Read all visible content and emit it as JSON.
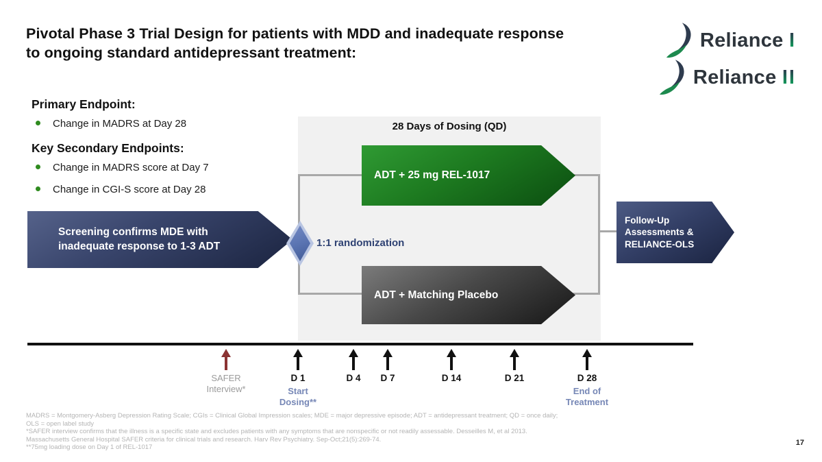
{
  "slide": {
    "title": "Pivotal Phase 3 Trial Design for patients with MDD and inadequate response\nto ongoing standard antidepressant treatment:",
    "page_number": "17"
  },
  "logos": [
    {
      "name": "Reliance",
      "suffix": "I"
    },
    {
      "name": "Reliance",
      "suffix": "II"
    }
  ],
  "endpoints": {
    "primary_heading": "Primary Endpoint:",
    "primary_items": [
      "Change in MADRS at Day 28"
    ],
    "secondary_heading": "Key Secondary Endpoints:",
    "secondary_items": [
      "Change in MADRS score at Day 7",
      "Change in CGI-S score at Day 28"
    ]
  },
  "diagram": {
    "dosing_header": "28 Days of Dosing (QD)",
    "screening_arrow": "Screening confirms MDE with\ninadequate response to 1-3 ADT",
    "randomization_label": "1:1 randomization",
    "treatment_arrow": "ADT + 25 mg REL-1017",
    "placebo_arrow": "ADT + Matching Placebo",
    "followup_arrow": "Follow-Up\nAssessments &\nRELIANCE-OLS"
  },
  "timeline": {
    "ticks": [
      {
        "label": "SAFER\nInterview*",
        "sublabel": ""
      },
      {
        "label": "D 1",
        "sublabel": "Start\nDosing**"
      },
      {
        "label": "D 4",
        "sublabel": ""
      },
      {
        "label": "D 7",
        "sublabel": ""
      },
      {
        "label": "D 14",
        "sublabel": ""
      },
      {
        "label": "D 21",
        "sublabel": ""
      },
      {
        "label": "D 28",
        "sublabel": "End of\nTreatment"
      }
    ]
  },
  "footnotes": [
    "MADRS = Montgomery-Asberg Depression Rating Scale; CGIs = Clinical Global Impression scales; MDE = major depressive episode; ADT = antidepressant treatment; QD = once daily;",
    "OLS = open label study",
    "*SAFER interview confirms that the illness is a specific state and excludes patients with any symptoms that are nonspecific or not readily assessable. Desseilles M, et al 2013.",
    "Massachusetts General Hospital SAFER criteria for clinical trials and research. Harv Rev Psychiatry. Sep-Oct;21(5):269-74.",
    "**75mg loading dose on Day 1 of REL-1017"
  ],
  "colors": {
    "treatment_green": "#1d7a20",
    "placebo_gray": "#3a3a3a",
    "navy_arrow": "#2a3454",
    "diamond_blue": "#5a74b2",
    "safer_red": "#8b3333",
    "sublabel_blue": "#7687b6",
    "logo_green": "#13955a",
    "bullet_green": "#2f8b1f"
  }
}
